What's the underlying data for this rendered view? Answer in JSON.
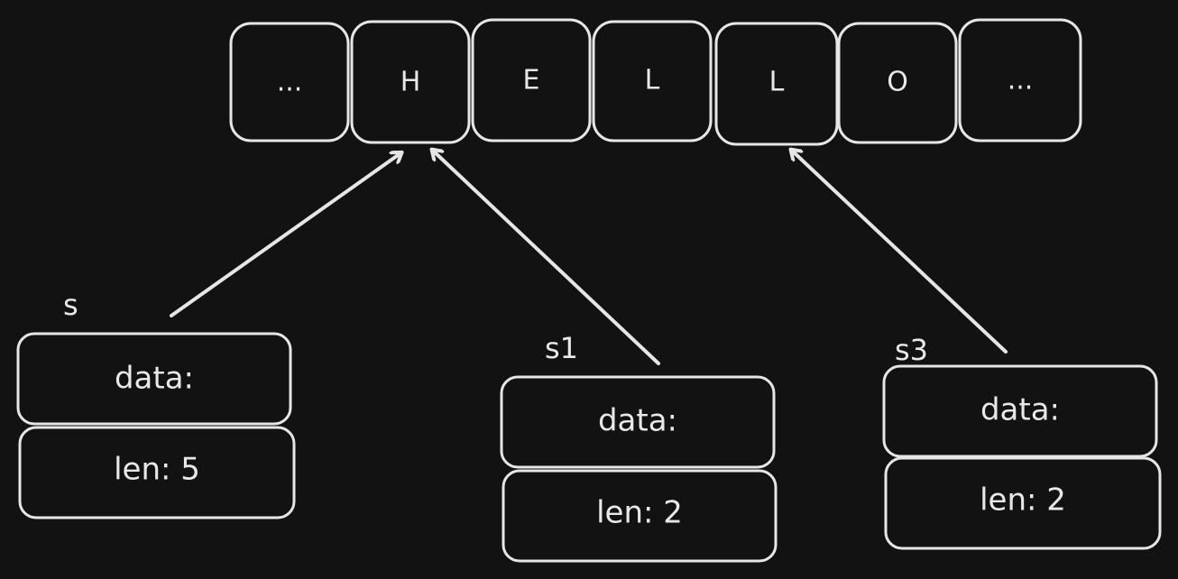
{
  "memory": {
    "cells": [
      "...",
      "H",
      "E",
      "L",
      "L",
      "O",
      "..."
    ]
  },
  "slices": [
    {
      "name": "s",
      "data_label": "data:",
      "len_label": "len: 5",
      "points_to_index": 1
    },
    {
      "name": "s1",
      "data_label": "data:",
      "len_label": "len: 2",
      "points_to_index": 1
    },
    {
      "name": "s3",
      "data_label": "data:",
      "len_label": "len: 2",
      "points_to_index": 4
    }
  ],
  "colors": {
    "background": "#121212",
    "stroke": "#e6e6e6",
    "text": "#e8e8e8"
  }
}
